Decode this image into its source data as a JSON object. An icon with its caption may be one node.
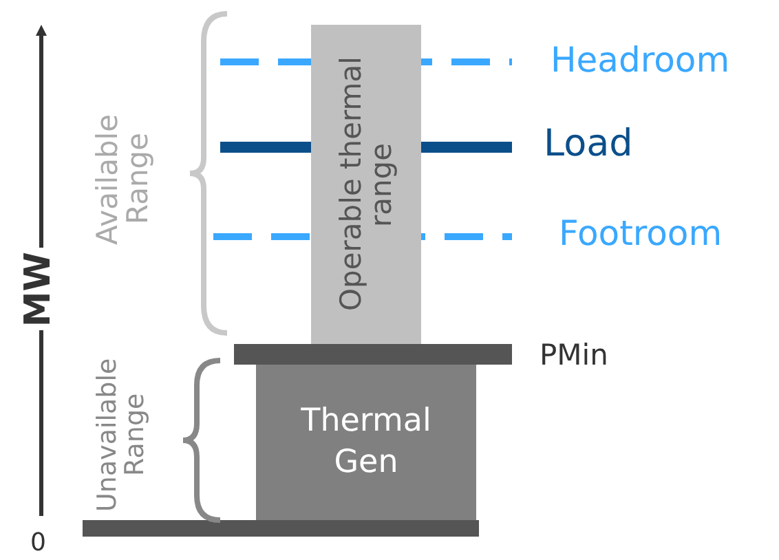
{
  "diagram": {
    "nodes": [
      {
        "text": [
          "Operable thermal range"
        ]
      },
      {
        "text": [
          "Thermal Gen"
        ]
      },
      {
        "text": [],
        "shape": "bar"
      },
      {
        "text": [],
        "shape": "bar"
      }
    ],
    "labels": [
      "Headroom",
      "Load",
      "Footroom",
      "PMin",
      "MW",
      "Available Range",
      "Unavailable Range",
      "0"
    ]
  }
}
